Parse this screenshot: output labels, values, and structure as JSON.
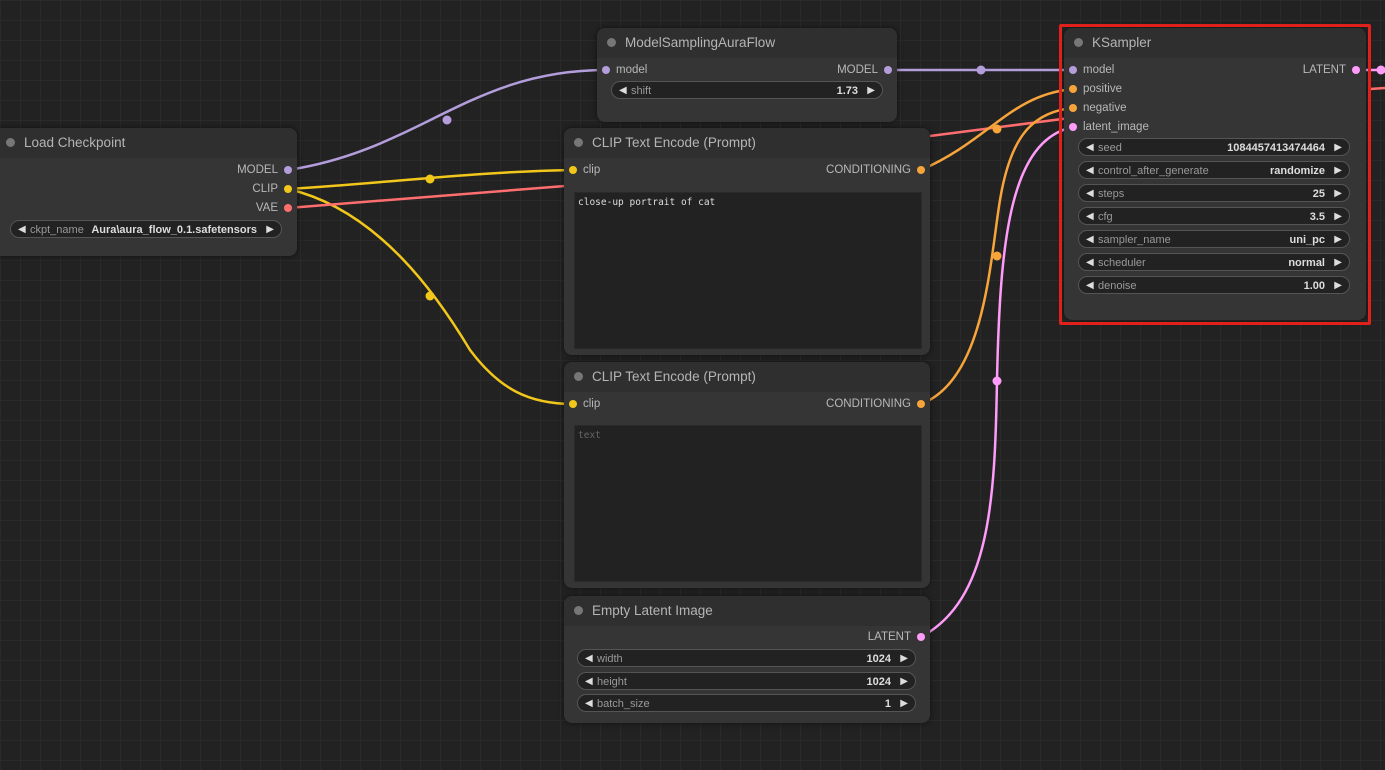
{
  "colors": {
    "model": "#b39ddb",
    "clip": "#f2c71b",
    "vae": "#ff6e6e",
    "conditioning": "#f7a43b",
    "latent": "#ff9cf9"
  },
  "nodes": {
    "load_checkpoint": {
      "title": "Load Checkpoint",
      "outputs": [
        "MODEL",
        "CLIP",
        "VAE"
      ],
      "ckpt_name": {
        "name": "ckpt_name",
        "value": "Aura\\aura_flow_0.1.safetensors"
      }
    },
    "model_sampling": {
      "title": "ModelSamplingAuraFlow",
      "input": "model",
      "output": "MODEL",
      "shift": {
        "name": "shift",
        "value": "1.73"
      }
    },
    "clip_pos": {
      "title": "CLIP Text Encode (Prompt)",
      "input": "clip",
      "output": "CONDITIONING",
      "text": "close-up portrait of cat"
    },
    "clip_neg": {
      "title": "CLIP Text Encode (Prompt)",
      "input": "clip",
      "output": "CONDITIONING",
      "placeholder": "text"
    },
    "empty_latent": {
      "title": "Empty Latent Image",
      "output": "LATENT",
      "widgets": [
        {
          "name": "width",
          "value": "1024"
        },
        {
          "name": "height",
          "value": "1024"
        },
        {
          "name": "batch_size",
          "value": "1"
        }
      ]
    },
    "ksampler": {
      "title": "KSampler",
      "inputs": [
        "model",
        "positive",
        "negative",
        "latent_image"
      ],
      "output": "LATENT",
      "widgets": [
        {
          "name": "seed",
          "value": "1084457413474464"
        },
        {
          "name": "control_after_generate",
          "value": "randomize"
        },
        {
          "name": "steps",
          "value": "25"
        },
        {
          "name": "cfg",
          "value": "3.5"
        },
        {
          "name": "sampler_name",
          "value": "uni_pc"
        },
        {
          "name": "scheduler",
          "value": "normal"
        },
        {
          "name": "denoise",
          "value": "1.00"
        }
      ]
    }
  }
}
